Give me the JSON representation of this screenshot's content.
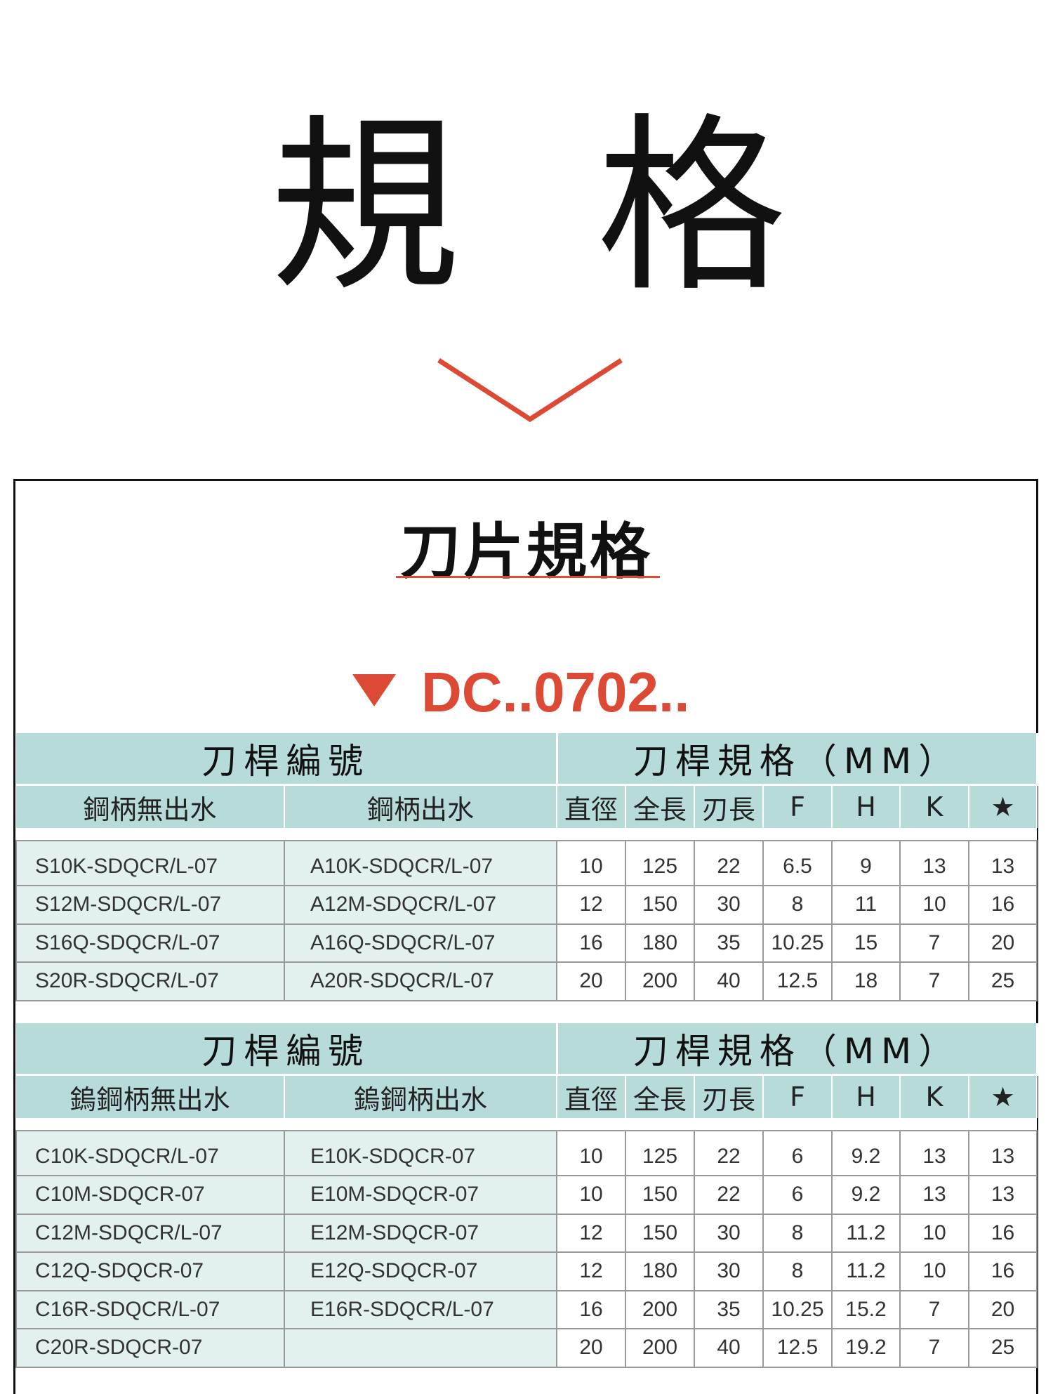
{
  "heading": {
    "char1": "規",
    "char2": "格"
  },
  "section_title": "刀片規格",
  "model_code": "DC..0702..",
  "colors": {
    "accent": "#dc4a35",
    "header_bg": "#b7dbd9",
    "row_bg": "#e2f0ef"
  },
  "tables": [
    {
      "group1": "刀桿編號",
      "group2": "刀桿規格（MM）",
      "columns": [
        "鋼柄無出水",
        "鋼柄出水",
        "直徑",
        "全長",
        "刃長",
        "F",
        "H",
        "K",
        "★"
      ],
      "rows": [
        [
          "S10K-SDQCR/L-07",
          "A10K-SDQCR/L-07",
          "10",
          "125",
          "22",
          "6.5",
          "9",
          "13",
          "13"
        ],
        [
          "S12M-SDQCR/L-07",
          "A12M-SDQCR/L-07",
          "12",
          "150",
          "30",
          "8",
          "11",
          "10",
          "16"
        ],
        [
          "S16Q-SDQCR/L-07",
          "A16Q-SDQCR/L-07",
          "16",
          "180",
          "35",
          "10.25",
          "15",
          "7",
          "20"
        ],
        [
          "S20R-SDQCR/L-07",
          "A20R-SDQCR/L-07",
          "20",
          "200",
          "40",
          "12.5",
          "18",
          "7",
          "25"
        ]
      ]
    },
    {
      "group1": "刀桿編號",
      "group2": "刀桿規格（MM）",
      "columns": [
        "鎢鋼柄無出水",
        "鎢鋼柄出水",
        "直徑",
        "全長",
        "刃長",
        "F",
        "H",
        "K",
        "★"
      ],
      "rows": [
        [
          "C10K-SDQCR/L-07",
          "E10K-SDQCR-07",
          "10",
          "125",
          "22",
          "6",
          "9.2",
          "13",
          "13"
        ],
        [
          "C10M-SDQCR-07",
          "E10M-SDQCR-07",
          "10",
          "150",
          "22",
          "6",
          "9.2",
          "13",
          "13"
        ],
        [
          "C12M-SDQCR/L-07",
          "E12M-SDQCR-07",
          "12",
          "150",
          "30",
          "8",
          "11.2",
          "10",
          "16"
        ],
        [
          "C12Q-SDQCR-07",
          "E12Q-SDQCR-07",
          "12",
          "180",
          "30",
          "8",
          "11.2",
          "10",
          "16"
        ],
        [
          "C16R-SDQCR/L-07",
          "E16R-SDQCR/L-07",
          "16",
          "200",
          "35",
          "10.25",
          "15.2",
          "7",
          "20"
        ],
        [
          "C20R-SDQCR-07",
          "",
          "20",
          "200",
          "40",
          "12.5",
          "19.2",
          "7",
          "25"
        ]
      ]
    }
  ]
}
